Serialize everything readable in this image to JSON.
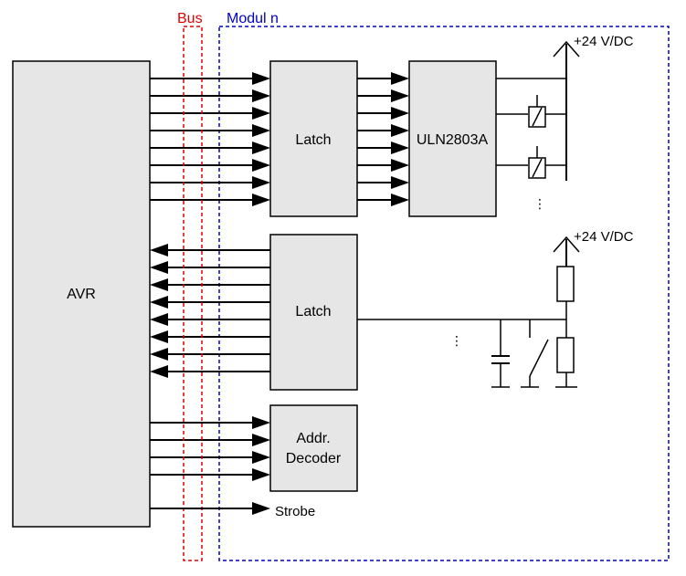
{
  "bus_label": "Bus",
  "module_label": "Modul n",
  "blocks": {
    "avr": "AVR",
    "latch_out": "Latch",
    "driver": "ULN2803A",
    "latch_in": "Latch",
    "decoder_line1": "Addr.",
    "decoder_line2": "Decoder"
  },
  "supply_top": "+24 V/DC",
  "supply_bottom": "+24 V/DC",
  "strobe_label": "Strobe",
  "ellipsis": "⋮",
  "colors": {
    "bus": "#e00000",
    "module": "#0000cc",
    "block_fill": "#e6e6e6"
  }
}
